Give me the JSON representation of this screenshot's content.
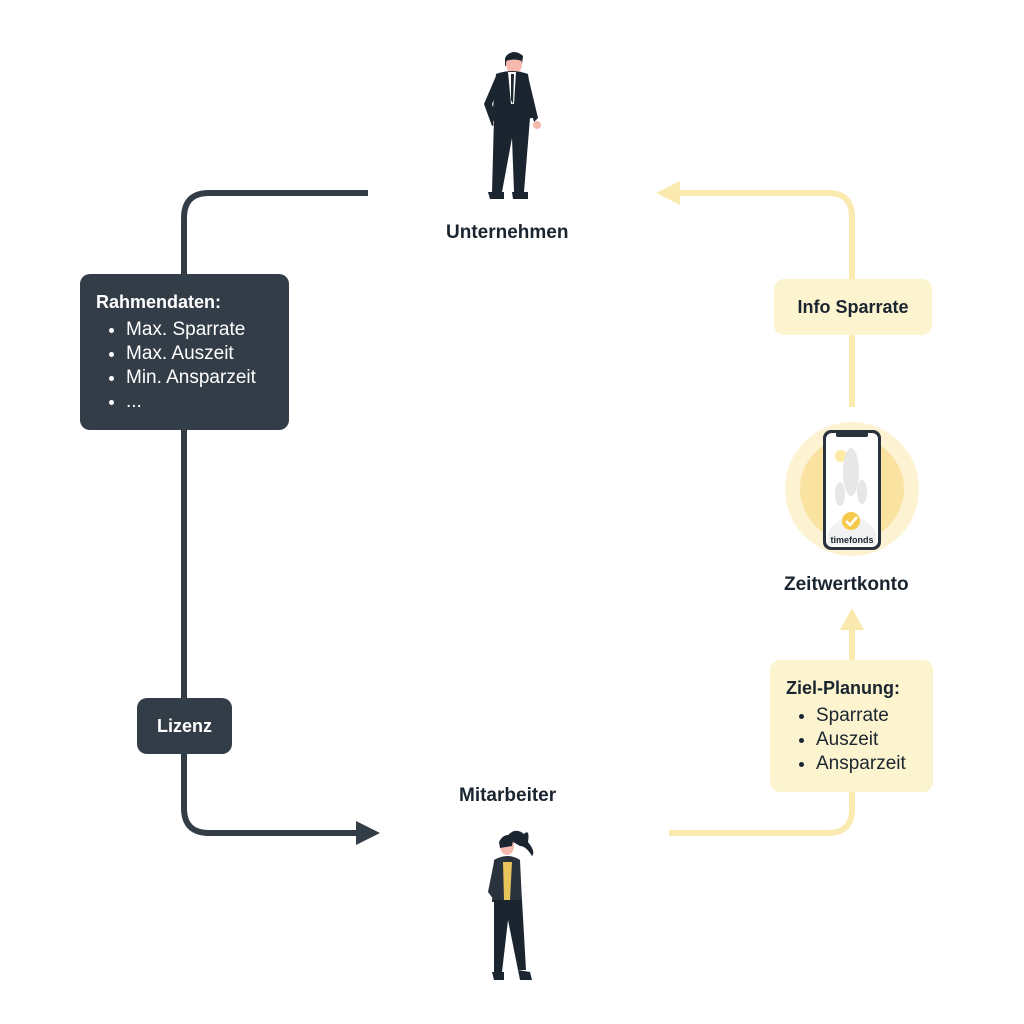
{
  "nodes": {
    "company": "Unternehmen",
    "employee": "Mitarbeiter",
    "account": "Zeitwertkonto"
  },
  "framework_box": {
    "title": "Rahmendaten:",
    "items": [
      "Max. Sparrate",
      "Max. Auszeit",
      "Min. Ansparzeit",
      "..."
    ]
  },
  "license_box": {
    "label": "Lizenz"
  },
  "info_box": {
    "label": "Info Sparrate"
  },
  "goal_box": {
    "title": "Ziel-Planung:",
    "items": [
      "Sparrate",
      "Auszeit",
      "Ansparzeit"
    ]
  },
  "app": {
    "brand": "timefonds"
  },
  "colors": {
    "dark": "#333d47",
    "yellow": "#fbeab0",
    "yellow_light": "#fcf3cf",
    "text": "#1a2530"
  }
}
